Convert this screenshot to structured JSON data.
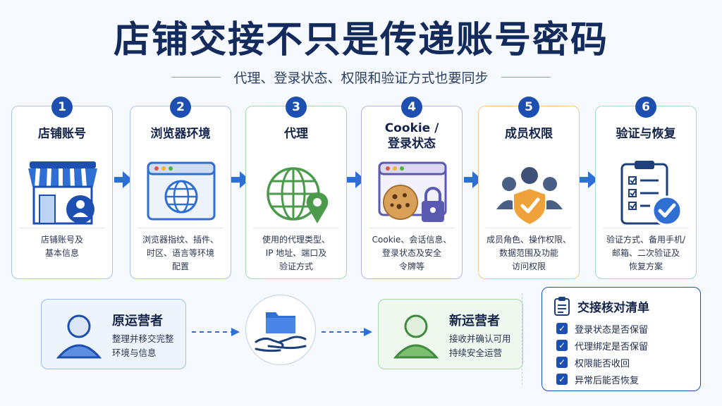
{
  "title": "店铺交接不只是传递账号密码",
  "subtitle": "代理、登录状态、权限和验证方式也要同步",
  "steps": [
    {
      "num": "1",
      "title": "店铺账号",
      "desc_lines": [
        "店铺账号及",
        "基本信息"
      ],
      "border_color": "#a9c4ea"
    },
    {
      "num": "2",
      "title": "浏览器环境",
      "desc_lines": [
        "浏览器指纹、插件、",
        "时区、语言等环境",
        "配置"
      ],
      "border_color": "#a9c4ea"
    },
    {
      "num": "3",
      "title": "代理",
      "desc_lines": [
        "使用的代理类型、",
        "IP 地址、端口及",
        "验证方式"
      ],
      "border_color": "#a9d8a8"
    },
    {
      "num": "4",
      "title_lines": [
        "Cookie /",
        "登录状态"
      ],
      "desc_lines": [
        "Cookie、会话信息、",
        "登录状态及安全",
        "令牌等"
      ],
      "border_color": "#b4b4e6"
    },
    {
      "num": "5",
      "title": "成员权限",
      "desc_lines": [
        "成员角色、操作权限、",
        "数据范围及功能",
        "访问权限"
      ],
      "border_color": "#f2c98a"
    },
    {
      "num": "6",
      "title": "验证与恢复",
      "desc_lines": [
        "验证方式、备用手机/",
        "邮箱、二次验证及",
        "恢复方案"
      ],
      "border_color": "#a3d8d8"
    }
  ],
  "original_operator": {
    "title": "原运营者",
    "desc_lines": [
      "整理并移交完整",
      "环境与信息"
    ]
  },
  "new_operator": {
    "title": "新运营者",
    "desc_lines": [
      "接收并确认可用",
      "持续安全运营"
    ]
  },
  "checklist": {
    "title": "交接核对清单",
    "items": [
      "登录状态是否保留",
      "代理绑定是否保留",
      "权限能否收回",
      "异常后能否恢复"
    ]
  },
  "colors": {
    "primary": "#1d4fb0",
    "arrow": "#2d6fd6",
    "green": "#4c9a4c",
    "orange": "#f0a23a"
  }
}
